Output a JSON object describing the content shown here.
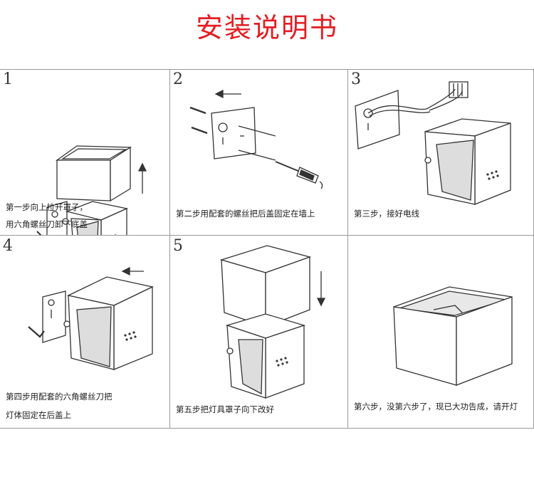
{
  "title": "安装说明书",
  "steps": [
    {
      "number": "1",
      "lines": [
        "第一步向上拉开罩子，",
        "用六角螺丝刀卸下底盖"
      ]
    },
    {
      "number": "2",
      "lines": [
        "第二步用配套的螺丝把后盖固定在墙上"
      ]
    },
    {
      "number": "3",
      "lines": [
        "第三步，接好电线"
      ]
    },
    {
      "number": "4",
      "lines": [
        "第四步用配套的六角螺丝刀把",
        "灯体固定在后盖上"
      ]
    },
    {
      "number": "5",
      "lines": [
        "第五步把灯具罩子向下改好"
      ]
    },
    {
      "number": "",
      "lines": [
        "第六步，没第六步了，现已大功告成，请开灯"
      ]
    }
  ],
  "icons": [
    "up-arrow-icon",
    "down-arrow-icon",
    "left-arrow-icon",
    "hex-key-icon",
    "screwdriver-icon",
    "wire-connector-icon"
  ]
}
